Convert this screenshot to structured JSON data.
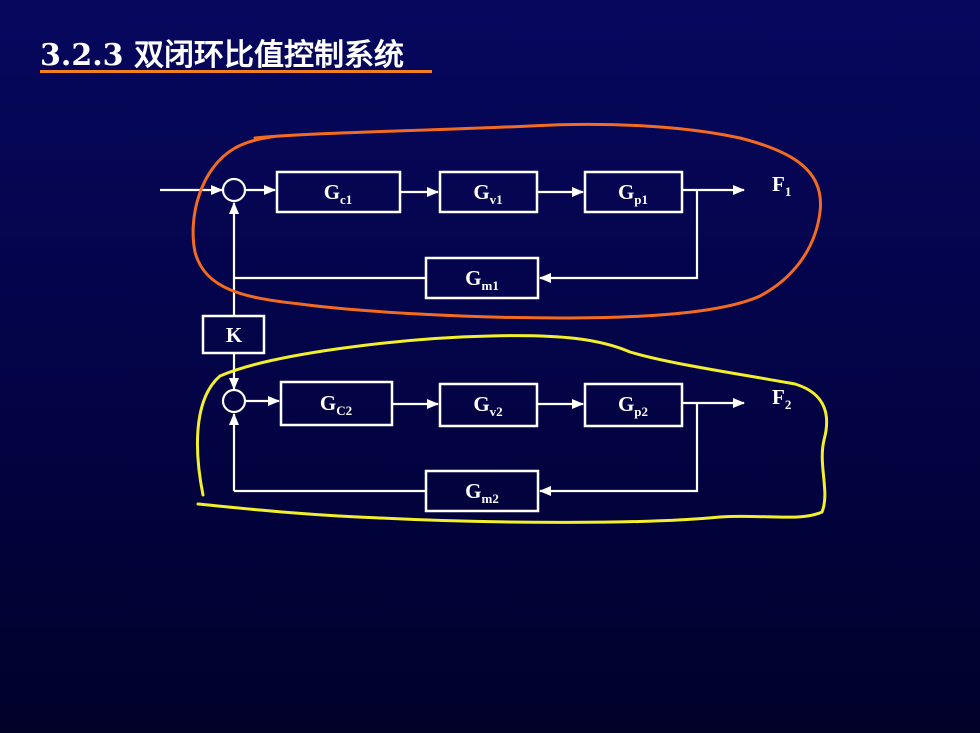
{
  "title": "3.2.3 双闭环比值控制系统",
  "loop1": {
    "controller": {
      "main": "G",
      "sub": "c1"
    },
    "valve": {
      "main": "G",
      "sub": "v1"
    },
    "process": {
      "main": "G",
      "sub": "p1"
    },
    "measurement": {
      "main": "G",
      "sub": "m1"
    },
    "output": {
      "main": "F",
      "sub": "1"
    }
  },
  "ratio": {
    "label": "K"
  },
  "loop2": {
    "controller": {
      "main": "G",
      "sub": "C2"
    },
    "valve": {
      "main": "G",
      "sub": "v2"
    },
    "process": {
      "main": "G",
      "sub": "p2"
    },
    "measurement": {
      "main": "G",
      "sub": "m2"
    },
    "output": {
      "main": "F",
      "sub": "2"
    }
  },
  "colors": {
    "background": "#05054f",
    "loop1_outline": "#f36b21",
    "loop2_outline": "#f2ef2c",
    "title_underline": "#f47f1f",
    "lines": "#ffffff"
  }
}
